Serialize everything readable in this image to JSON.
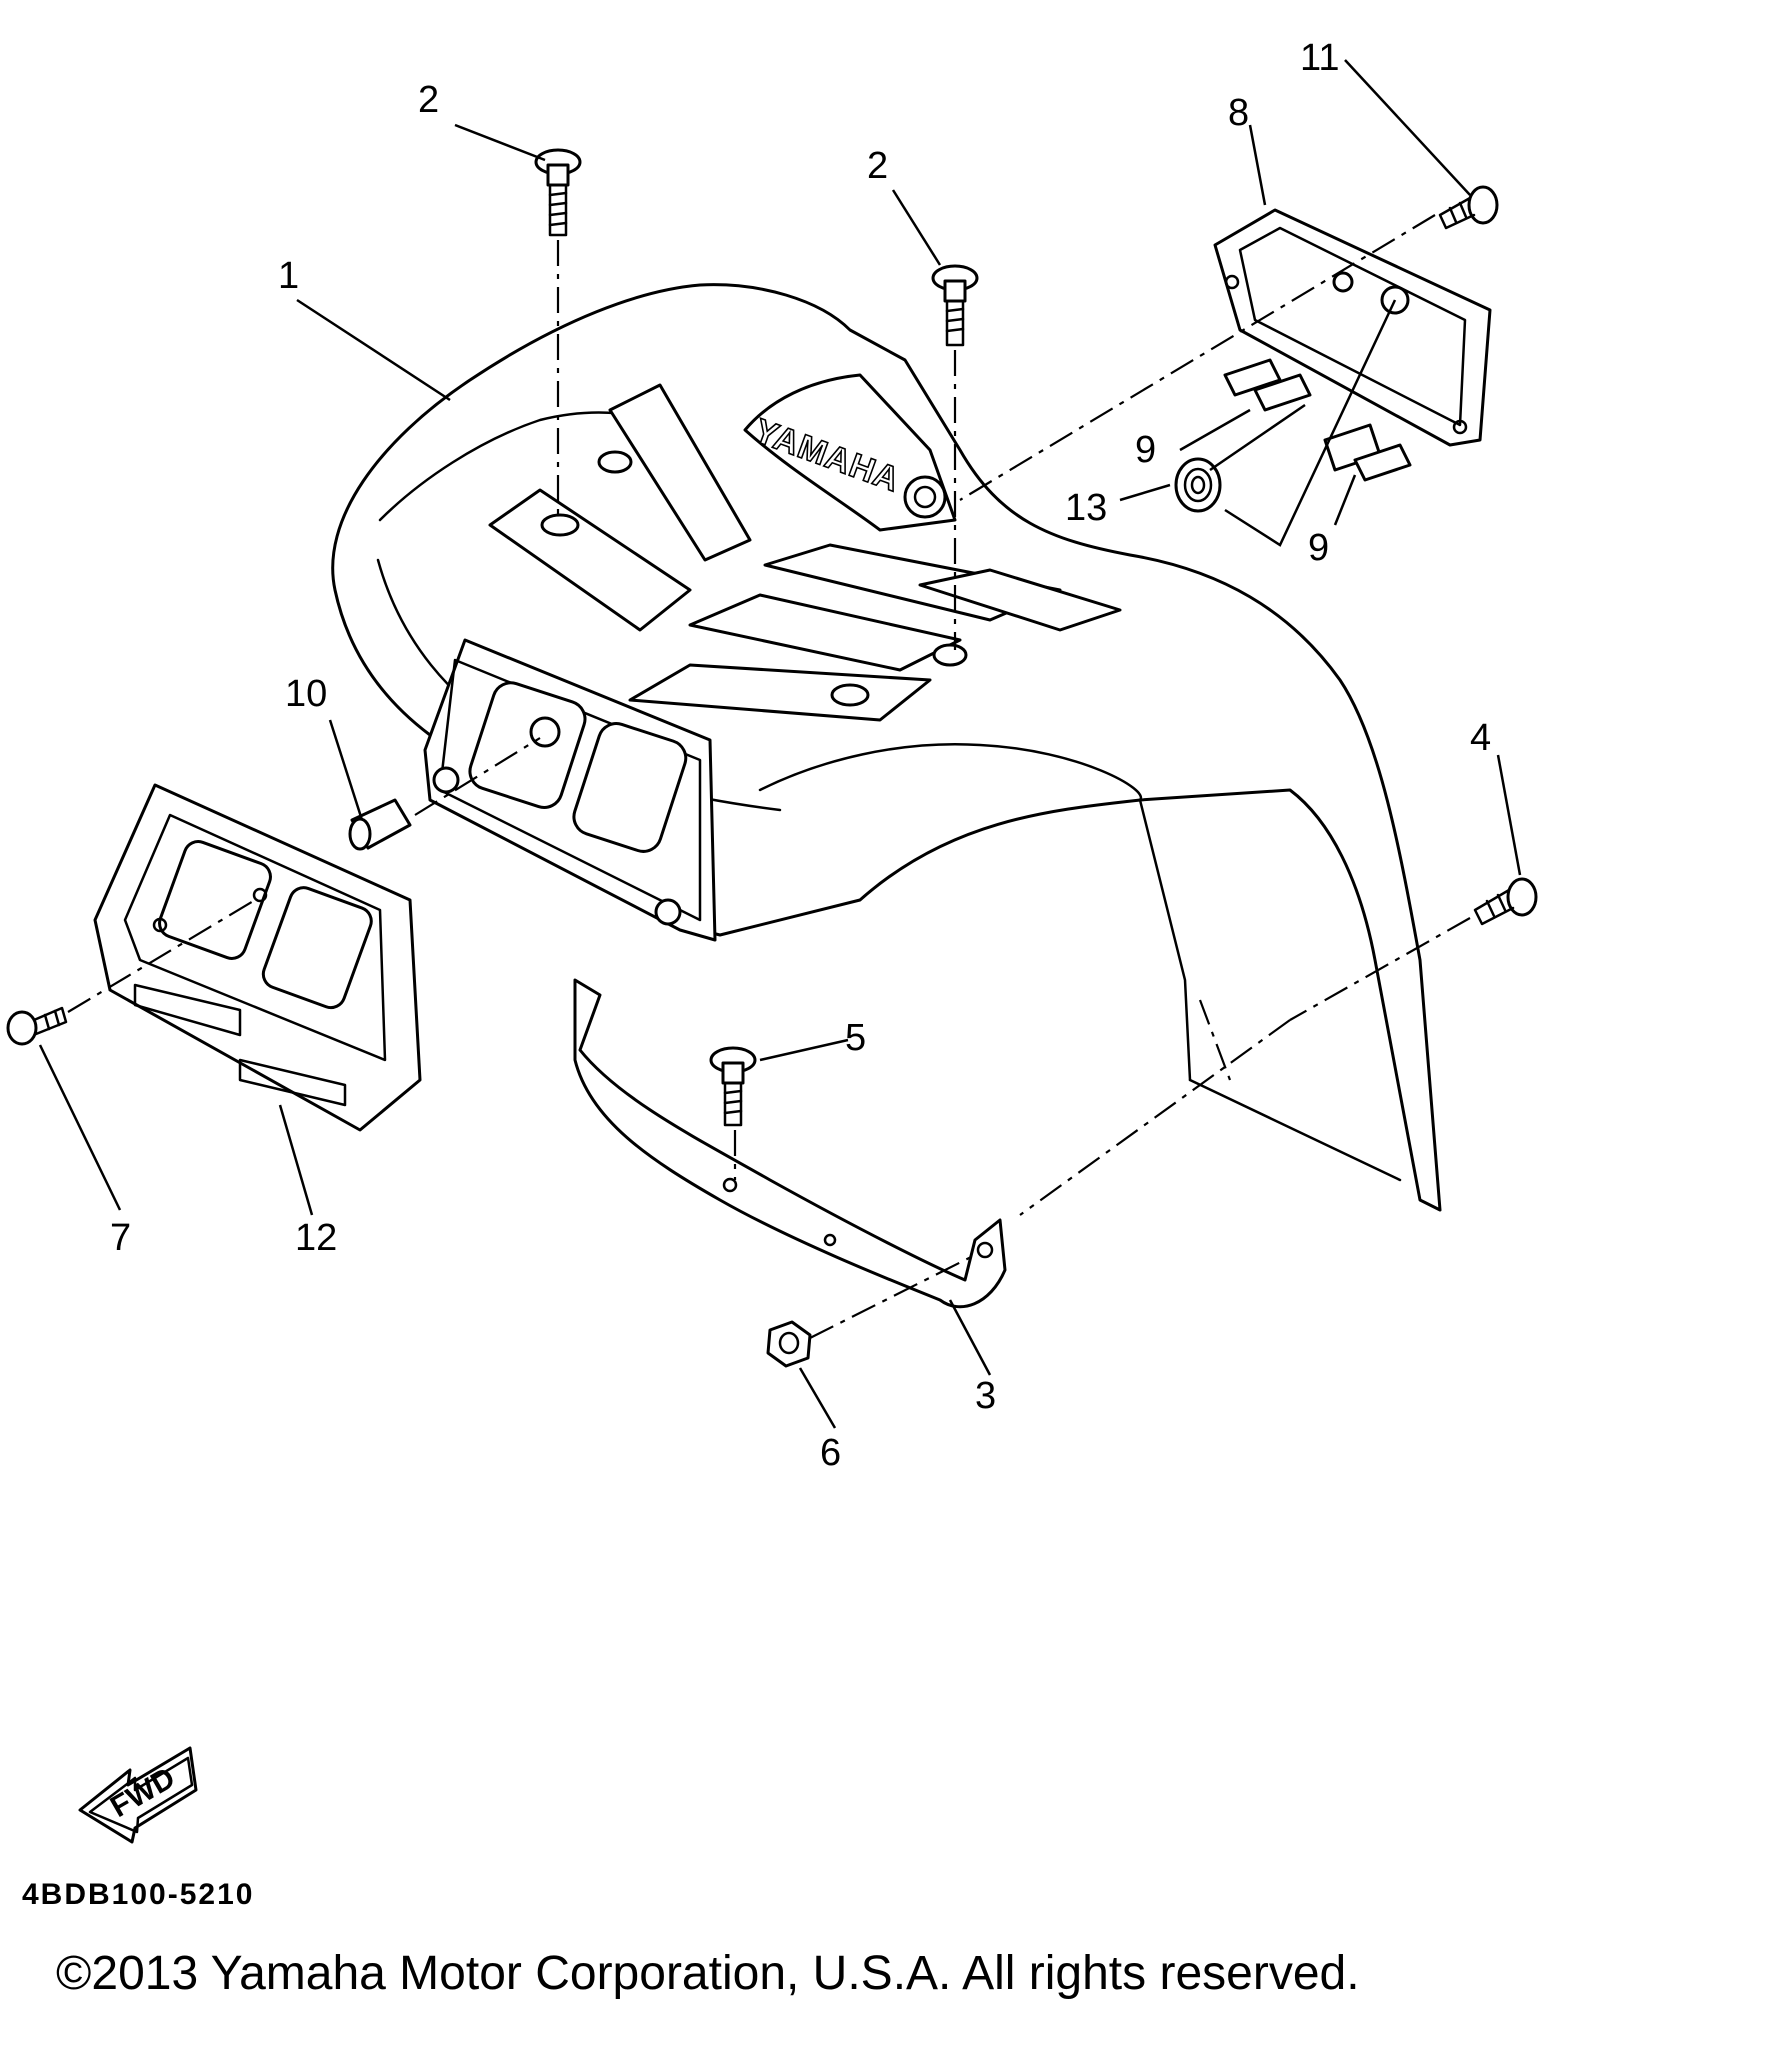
{
  "diagram": {
    "brand_logo_text": "YAMAHA",
    "fwd_indicator": "FWD",
    "drawing_code": "4BDB100-5210",
    "copyright": "©2013 Yamaha Motor Corporation, U.S.A. All rights reserved.",
    "callouts": [
      {
        "id": "1",
        "label": "1",
        "part": "front-fender"
      },
      {
        "id": "2a",
        "label": "2",
        "part": "bolt"
      },
      {
        "id": "2b",
        "label": "2",
        "part": "bolt"
      },
      {
        "id": "3",
        "label": "3",
        "part": "stay"
      },
      {
        "id": "4",
        "label": "4",
        "part": "screw"
      },
      {
        "id": "5",
        "label": "5",
        "part": "bolt"
      },
      {
        "id": "6",
        "label": "6",
        "part": "nut"
      },
      {
        "id": "7",
        "label": "7",
        "part": "screw"
      },
      {
        "id": "8",
        "label": "8",
        "part": "top-cover"
      },
      {
        "id": "9a",
        "label": "9",
        "part": "damper"
      },
      {
        "id": "9b",
        "label": "9",
        "part": "damper"
      },
      {
        "id": "10",
        "label": "10",
        "part": "collar"
      },
      {
        "id": "11",
        "label": "11",
        "part": "screw"
      },
      {
        "id": "12",
        "label": "12",
        "part": "headlight-bezel"
      },
      {
        "id": "13",
        "label": "13",
        "part": "grommet"
      }
    ]
  }
}
